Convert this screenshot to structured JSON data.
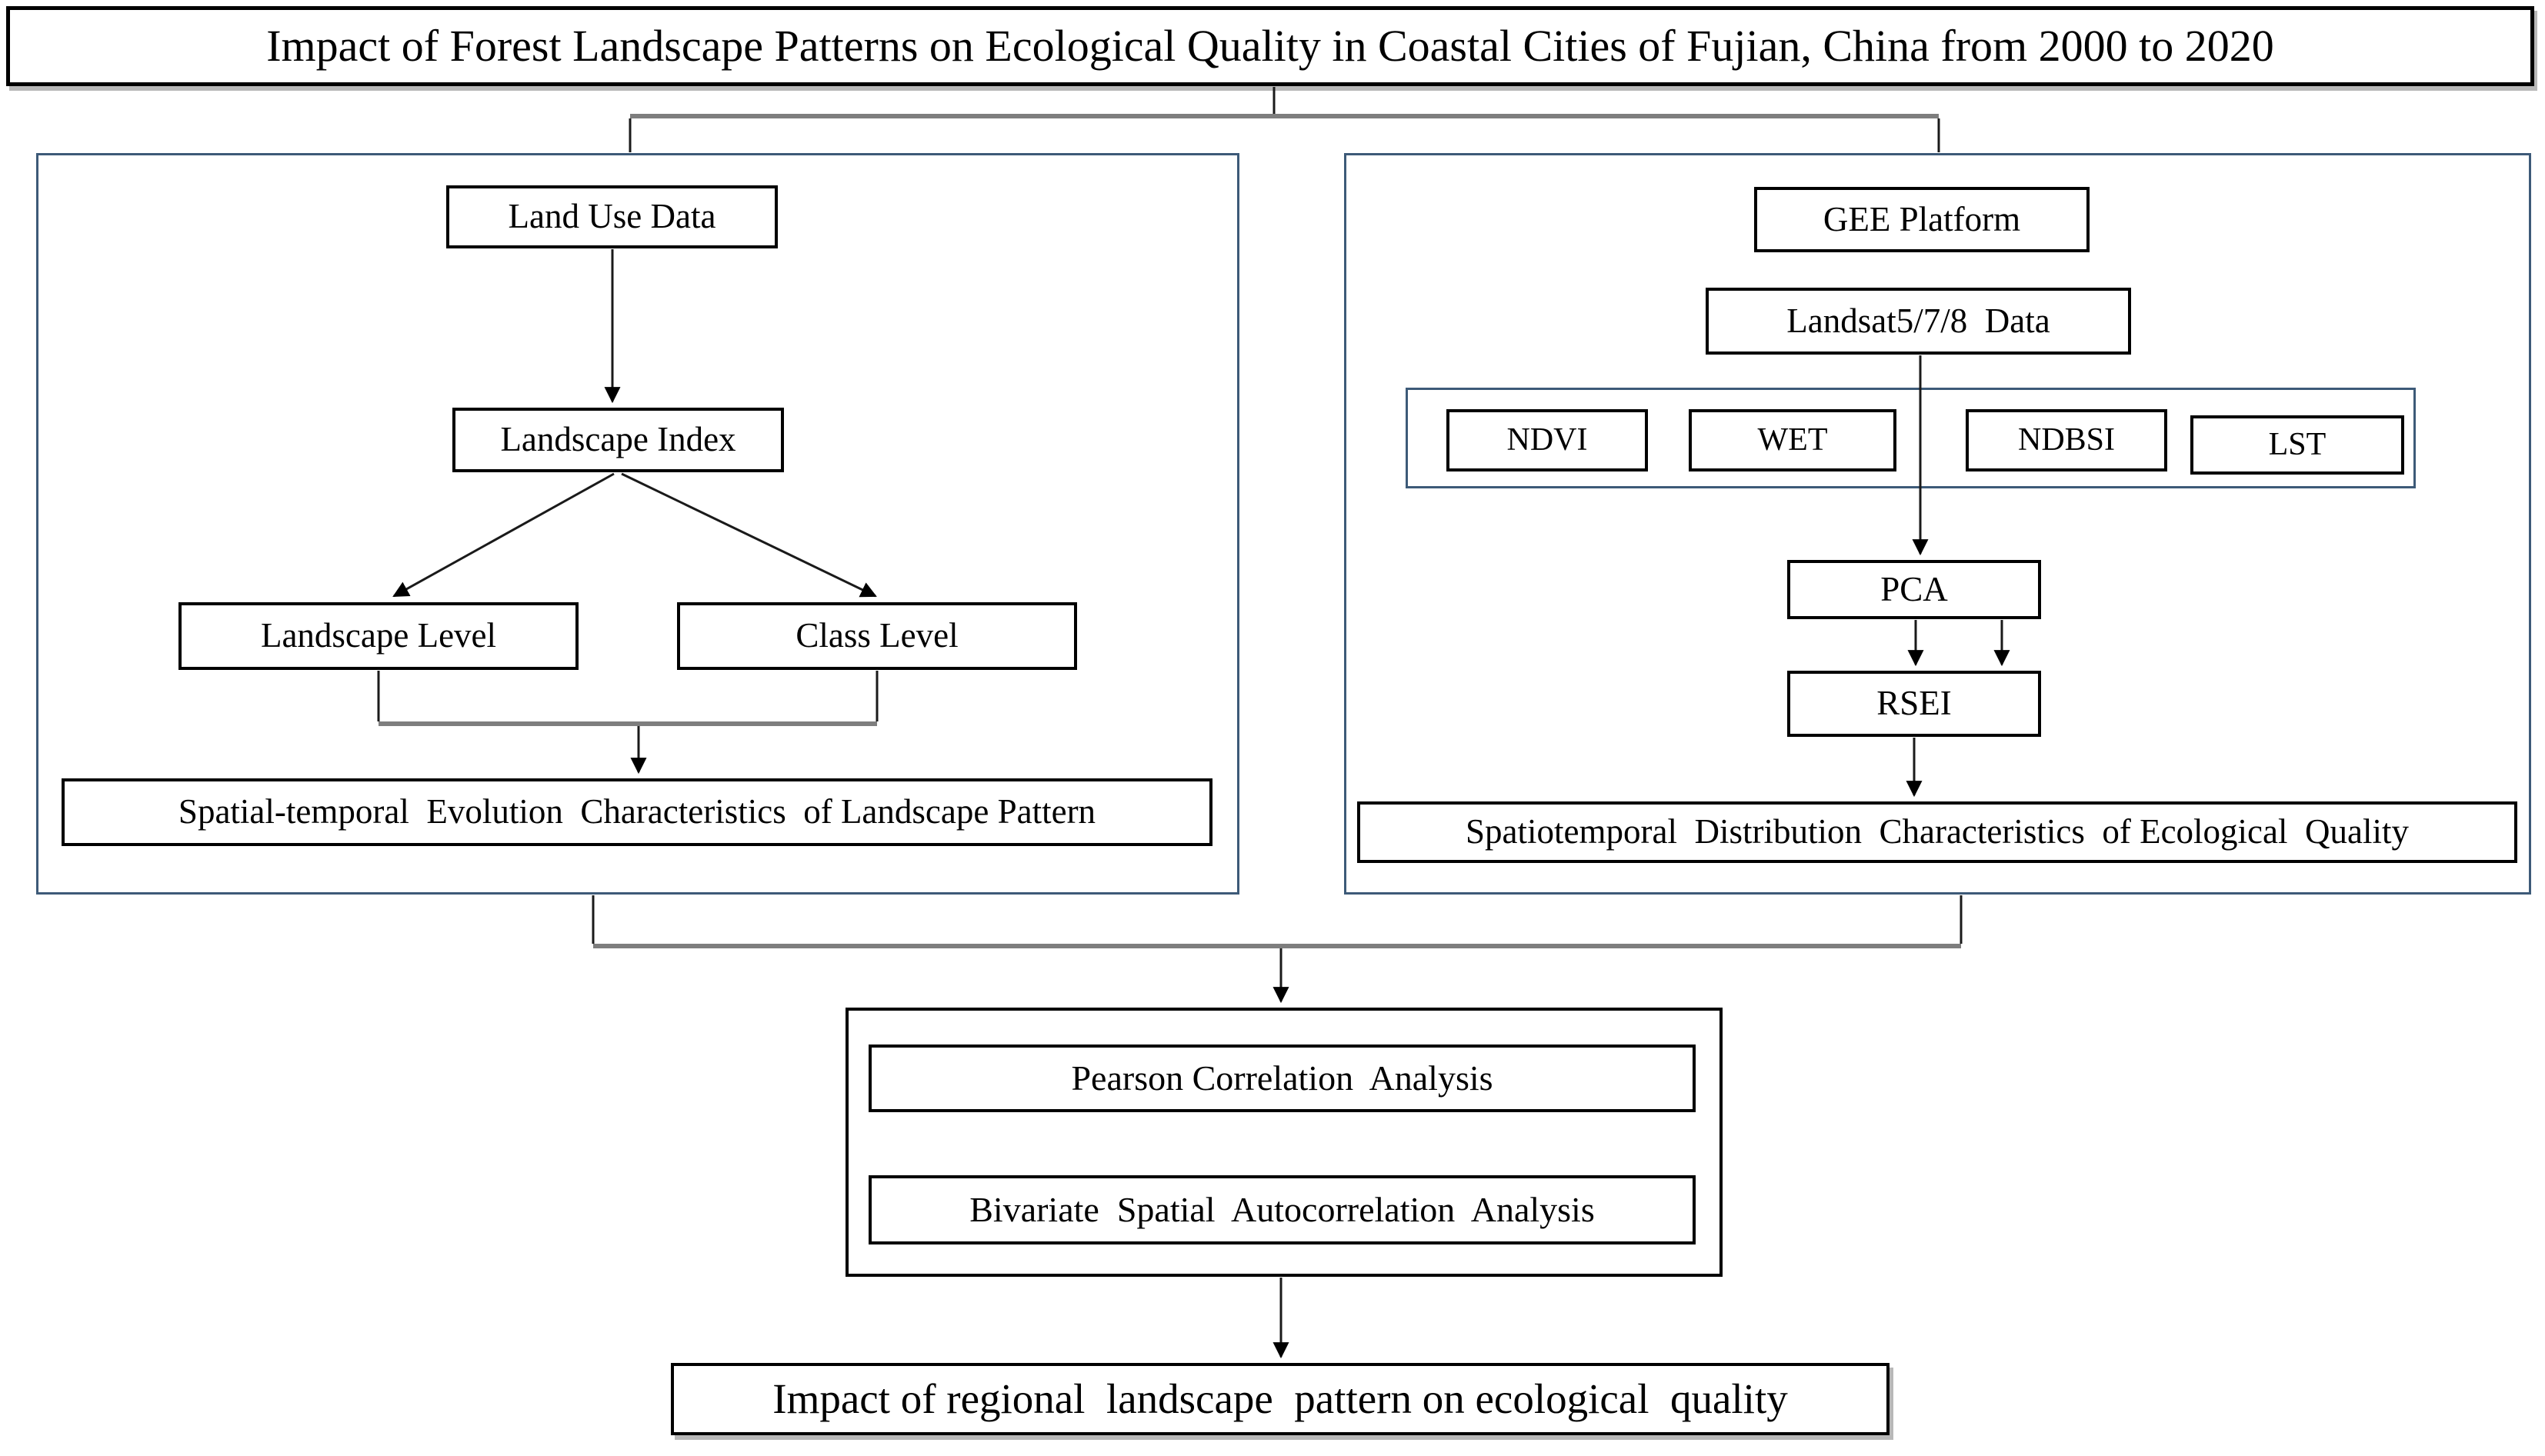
{
  "title": "Impact of Forest Landscape Patterns on Ecological Quality in Coastal Cities of Fujian, China from 2000 to 2020",
  "left_panel": {
    "land_use_data": "Land Use Data",
    "landscape_index": "Landscape Index",
    "landscape_level": "Landscape Level",
    "class_level": "Class Level",
    "outcome": "Spatial-temporal  Evolution  Characteristics  of Landscape Pattern"
  },
  "right_panel": {
    "gee_platform": "GEE Platform",
    "landsat_data": "Landsat5/7/8  Data",
    "indices": [
      "NDVI",
      "WET",
      "NDBSI",
      "LST"
    ],
    "pca": "PCA",
    "rsei": "RSEI",
    "outcome": "Spatiotemporal  Distribution  Characteristics  of Ecological  Quality"
  },
  "analysis_section": {
    "pearson": "Pearson Correlation  Analysis",
    "bivariate": "Bivariate  Spatial  Autocorrelation  Analysis"
  },
  "conclusion": "Impact of regional  landscape  pattern on ecological  quality",
  "colors": {
    "background": "#ffffff",
    "box_border": "#000000",
    "panel_border": "#3d5a78",
    "connector": "#1a1a1a",
    "bracket_gray": "#7e7e7e",
    "text": "#000000"
  }
}
